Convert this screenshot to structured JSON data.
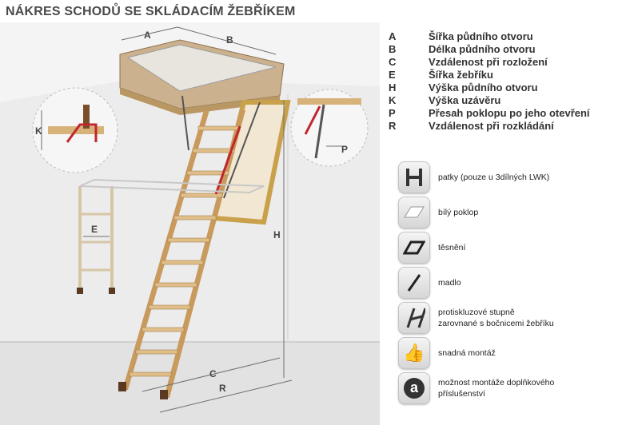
{
  "title": "NÁKRES SCHODŮ SE SKLÁDACÍM ŽEBŘÍKEM",
  "legend": [
    {
      "key": "A",
      "text": "Šířka půdního otvoru"
    },
    {
      "key": "B",
      "text": "Délka půdního otvoru"
    },
    {
      "key": "C",
      "text": "Vzdálenost při rozložení"
    },
    {
      "key": "E",
      "text": "Šířka žebříku"
    },
    {
      "key": "H",
      "text": "Výška půdního otvoru"
    },
    {
      "key": "K",
      "text": "Výška uzávěru"
    },
    {
      "key": "P",
      "text": "Přesah poklopu po jeho otevření"
    },
    {
      "key": "R",
      "text": "Vzdálenost při rozkládání"
    }
  ],
  "diagram_labels": {
    "A": "A",
    "B": "B",
    "C": "C",
    "E": "E",
    "H": "H",
    "K": "K",
    "P": "P",
    "R": "R"
  },
  "features": [
    {
      "icon": "feet-icon",
      "line1": "patky (pouze u 3dílných LWK)",
      "line2": ""
    },
    {
      "icon": "white-hatch-icon",
      "line1": "bílý poklop",
      "line2": ""
    },
    {
      "icon": "seal-icon",
      "line1": "těsnění",
      "line2": ""
    },
    {
      "icon": "handrail-icon",
      "line1": "madlo",
      "line2": ""
    },
    {
      "icon": "anti-slip-step-icon",
      "line1": "protiskluzové stupně",
      "line2": "zarovnané s bočnicemi žebříku"
    },
    {
      "icon": "thumbs-up-icon",
      "line1": "snadná montáž",
      "line2": ""
    },
    {
      "icon": "accessory-a-icon",
      "line1": "možnost montáže doplňkového",
      "line2": "příslušenství"
    }
  ],
  "colors": {
    "wood": "#d9b98a",
    "wood_dark": "#a8814f",
    "dimension": "#6f6f6f",
    "wall": "#e9e9e9",
    "red": "#c0262b"
  }
}
